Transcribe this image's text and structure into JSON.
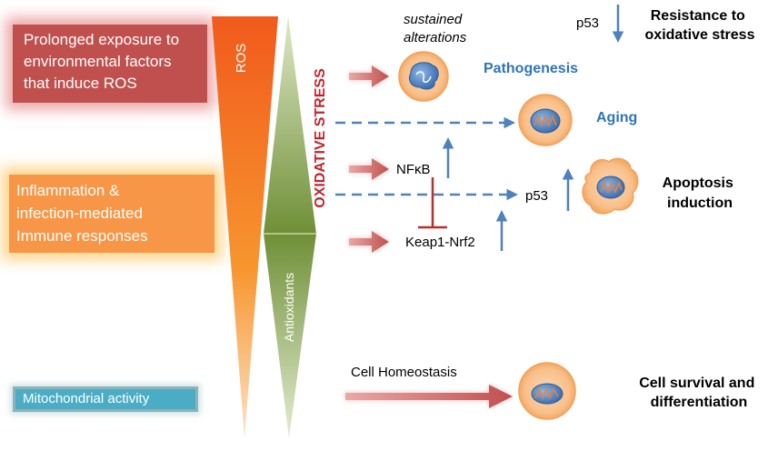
{
  "left_boxes": {
    "ros_exposure": [
      "Prolonged exposure to",
      "environmental factors",
      "that induce ROS"
    ],
    "inflammation": [
      "Inflammation &",
      "infection-mediated",
      "Immune responses"
    ],
    "mitochondrial": "Mitochondrial activity"
  },
  "wedges": {
    "ros": "ROS",
    "antioxidants": "Antioxidants",
    "oxidative_stress": "OXIDATIVE STRESS"
  },
  "labels": {
    "sustained": [
      "sustained",
      "alterations"
    ],
    "pathogenesis": "Pathogenesis",
    "aging": "Aging",
    "nfkb": "NFκB",
    "keap1": "Keap1-Nrf2",
    "p53_mid": "p53",
    "p53_top": "p53",
    "resistance": [
      "Resistance to",
      "oxidative stress"
    ],
    "apoptosis": [
      "Apoptosis",
      "induction"
    ],
    "cell_homeostasis": "Cell Homeostasis",
    "survival": [
      "Cell survival and",
      "differentiation"
    ]
  },
  "colors": {
    "ros_box": "#c0504d",
    "inflam_box": "#f79646",
    "mito_box": "#4bacc6",
    "ros_wedge": "#f26b1d",
    "antioxidant_wedge": "#77933c",
    "oxidative_text": "#c0262d",
    "red_arrow": "#c0504d",
    "blue_arrow": "#4f81bd",
    "blue_text": "#2e75b6",
    "cell_fill": "#fbc89e"
  }
}
